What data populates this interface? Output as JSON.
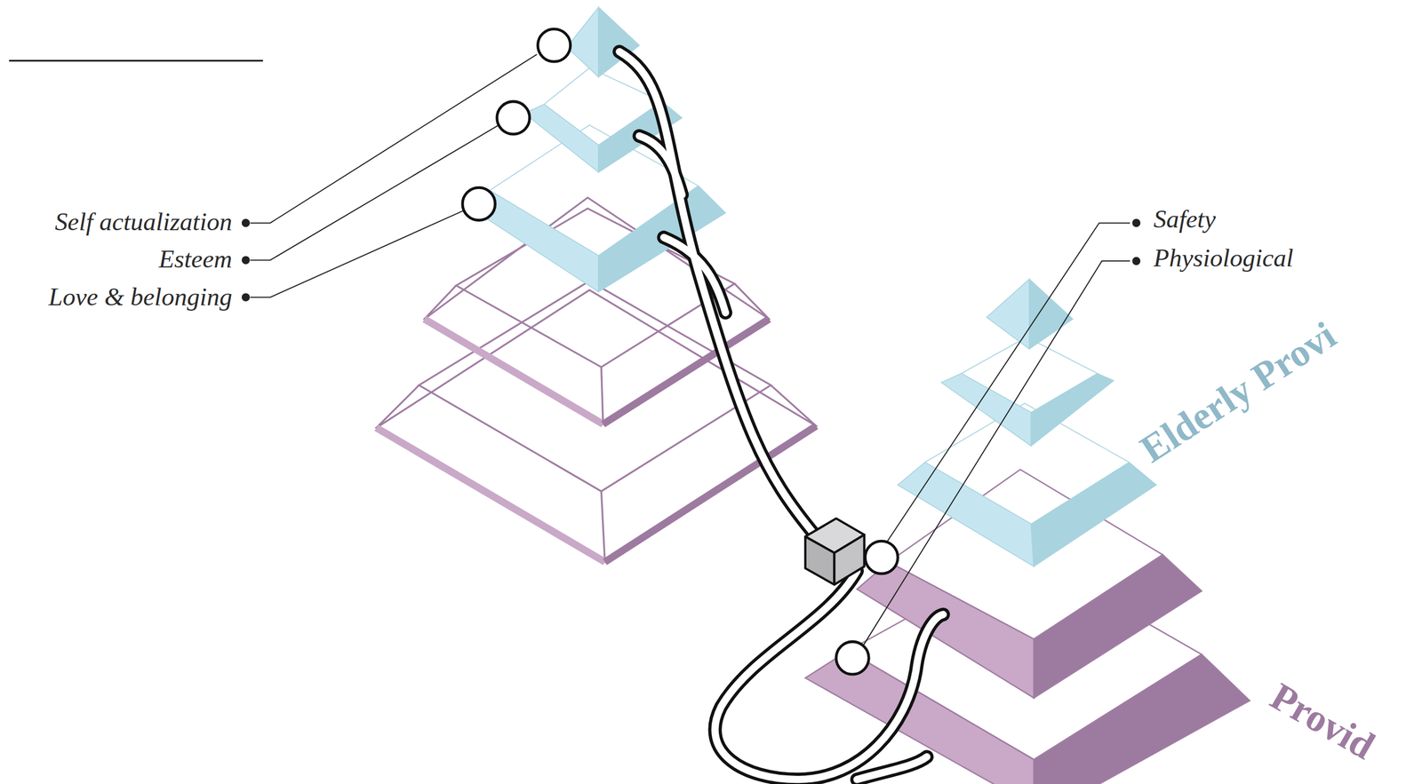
{
  "diagram": {
    "labels": [
      "Self actualization",
      "Esteem",
      "Love & belonging",
      "Safety",
      "Physiological",
      "Elderly Provi",
      "Provid"
    ]
  }
}
